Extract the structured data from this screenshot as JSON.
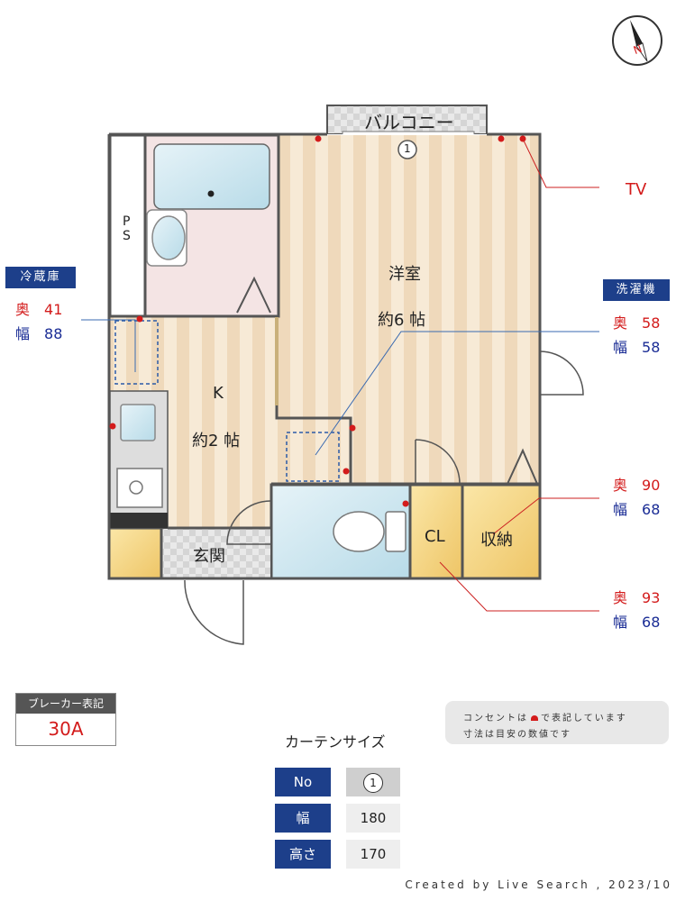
{
  "compass": {
    "north_label": "N"
  },
  "rooms": {
    "balcony": "バルコニー",
    "western_room_name": "洋室",
    "western_room_size": "約6 帖",
    "kitchen_name": "K",
    "kitchen_size": "約2 帖",
    "entrance": "玄関",
    "closet": "CL",
    "storage": "収納",
    "ps_p": "P",
    "ps_s": "S"
  },
  "window_marker": "1",
  "tv_label": "TV",
  "fridge": {
    "title": "冷蔵庫",
    "depth_label": "奥",
    "depth": "41",
    "width_label": "幅",
    "width": "88"
  },
  "washer": {
    "title": "洗濯機",
    "depth_label": "奥",
    "depth": "58",
    "width_label": "幅",
    "width": "58"
  },
  "storage_dims": {
    "depth_label": "奥",
    "depth": "90",
    "width_label": "幅",
    "width": "68"
  },
  "closet_dims": {
    "depth_label": "奥",
    "depth": "93",
    "width_label": "幅",
    "width": "68"
  },
  "breaker": {
    "title": "ブレーカー表記",
    "value": "30A"
  },
  "note": {
    "line1_pre": "コンセントは",
    "line1_post": "で表記しています",
    "line2": "寸法は目安の数値です"
  },
  "curtain": {
    "title": "カーテンサイズ",
    "rows": [
      {
        "header": "No",
        "value": "1"
      },
      {
        "header": "幅",
        "value": "180"
      },
      {
        "header": "高さ",
        "value": "170"
      }
    ]
  },
  "credit": "Created by Live Search , 2023/10",
  "colors": {
    "navy": "#1d3f8a",
    "red": "#d31b1b",
    "wall": "#555555",
    "floor": "#f3e3c8",
    "bath": "#cfe6f0",
    "closet": "#f6d98c"
  }
}
